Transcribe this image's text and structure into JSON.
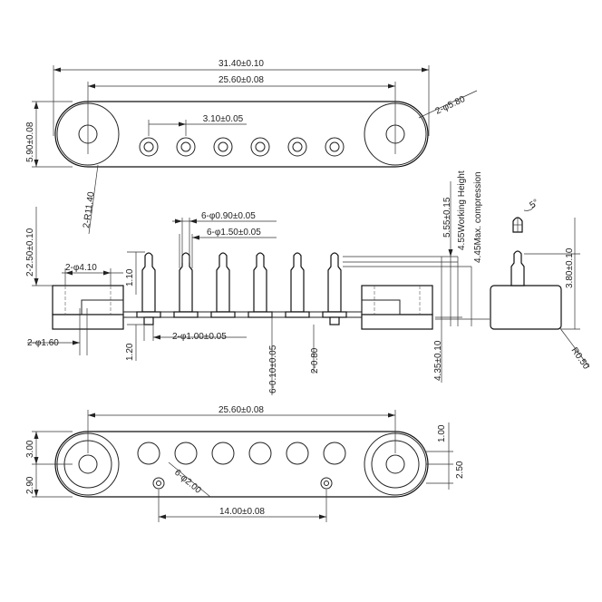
{
  "top_view": {
    "overall_length": "31.40±0.10",
    "mount_hole_spacing": "25.60±0.08",
    "pin_pitch": "3.10±0.05",
    "mount_hole_dia": "2-φ5.80",
    "width": "5.90±0.08",
    "end_radius": "2-R11.40"
  },
  "front_view": {
    "pin_head_dia": "6-φ0.90±0.05",
    "pin_body_dia": "6-φ1.50±0.05",
    "counterbore_dia": "2-φ4.10",
    "counterbore_depth": "2-2.50±0.10",
    "head_height": "1.10",
    "hole_dia": "2-φ1.60",
    "tail_height": "1.20",
    "tail_dia": "2-φ1.00±0.05",
    "pin_base_thickness": "6-0.10±0.05",
    "tail_step": "2-0.80",
    "body_height": "4.35±0.10",
    "free_height": "5.55±0.15",
    "working_height": "4.55Working Height",
    "max_compression": "4.45Max. compression"
  },
  "side_view": {
    "height": "3.80±0.10",
    "angle": "5°",
    "corner_radius": "R0.50"
  },
  "bottom_view": {
    "mount_hole_spacing": "25.60±0.08",
    "top_offset": "3.00",
    "bottom_offset": "2.90",
    "pad_dia": "6-φ2.00",
    "locator_spacing": "14.00±0.08",
    "edge_offset_top": "1.00",
    "edge_offset": "2.50"
  }
}
